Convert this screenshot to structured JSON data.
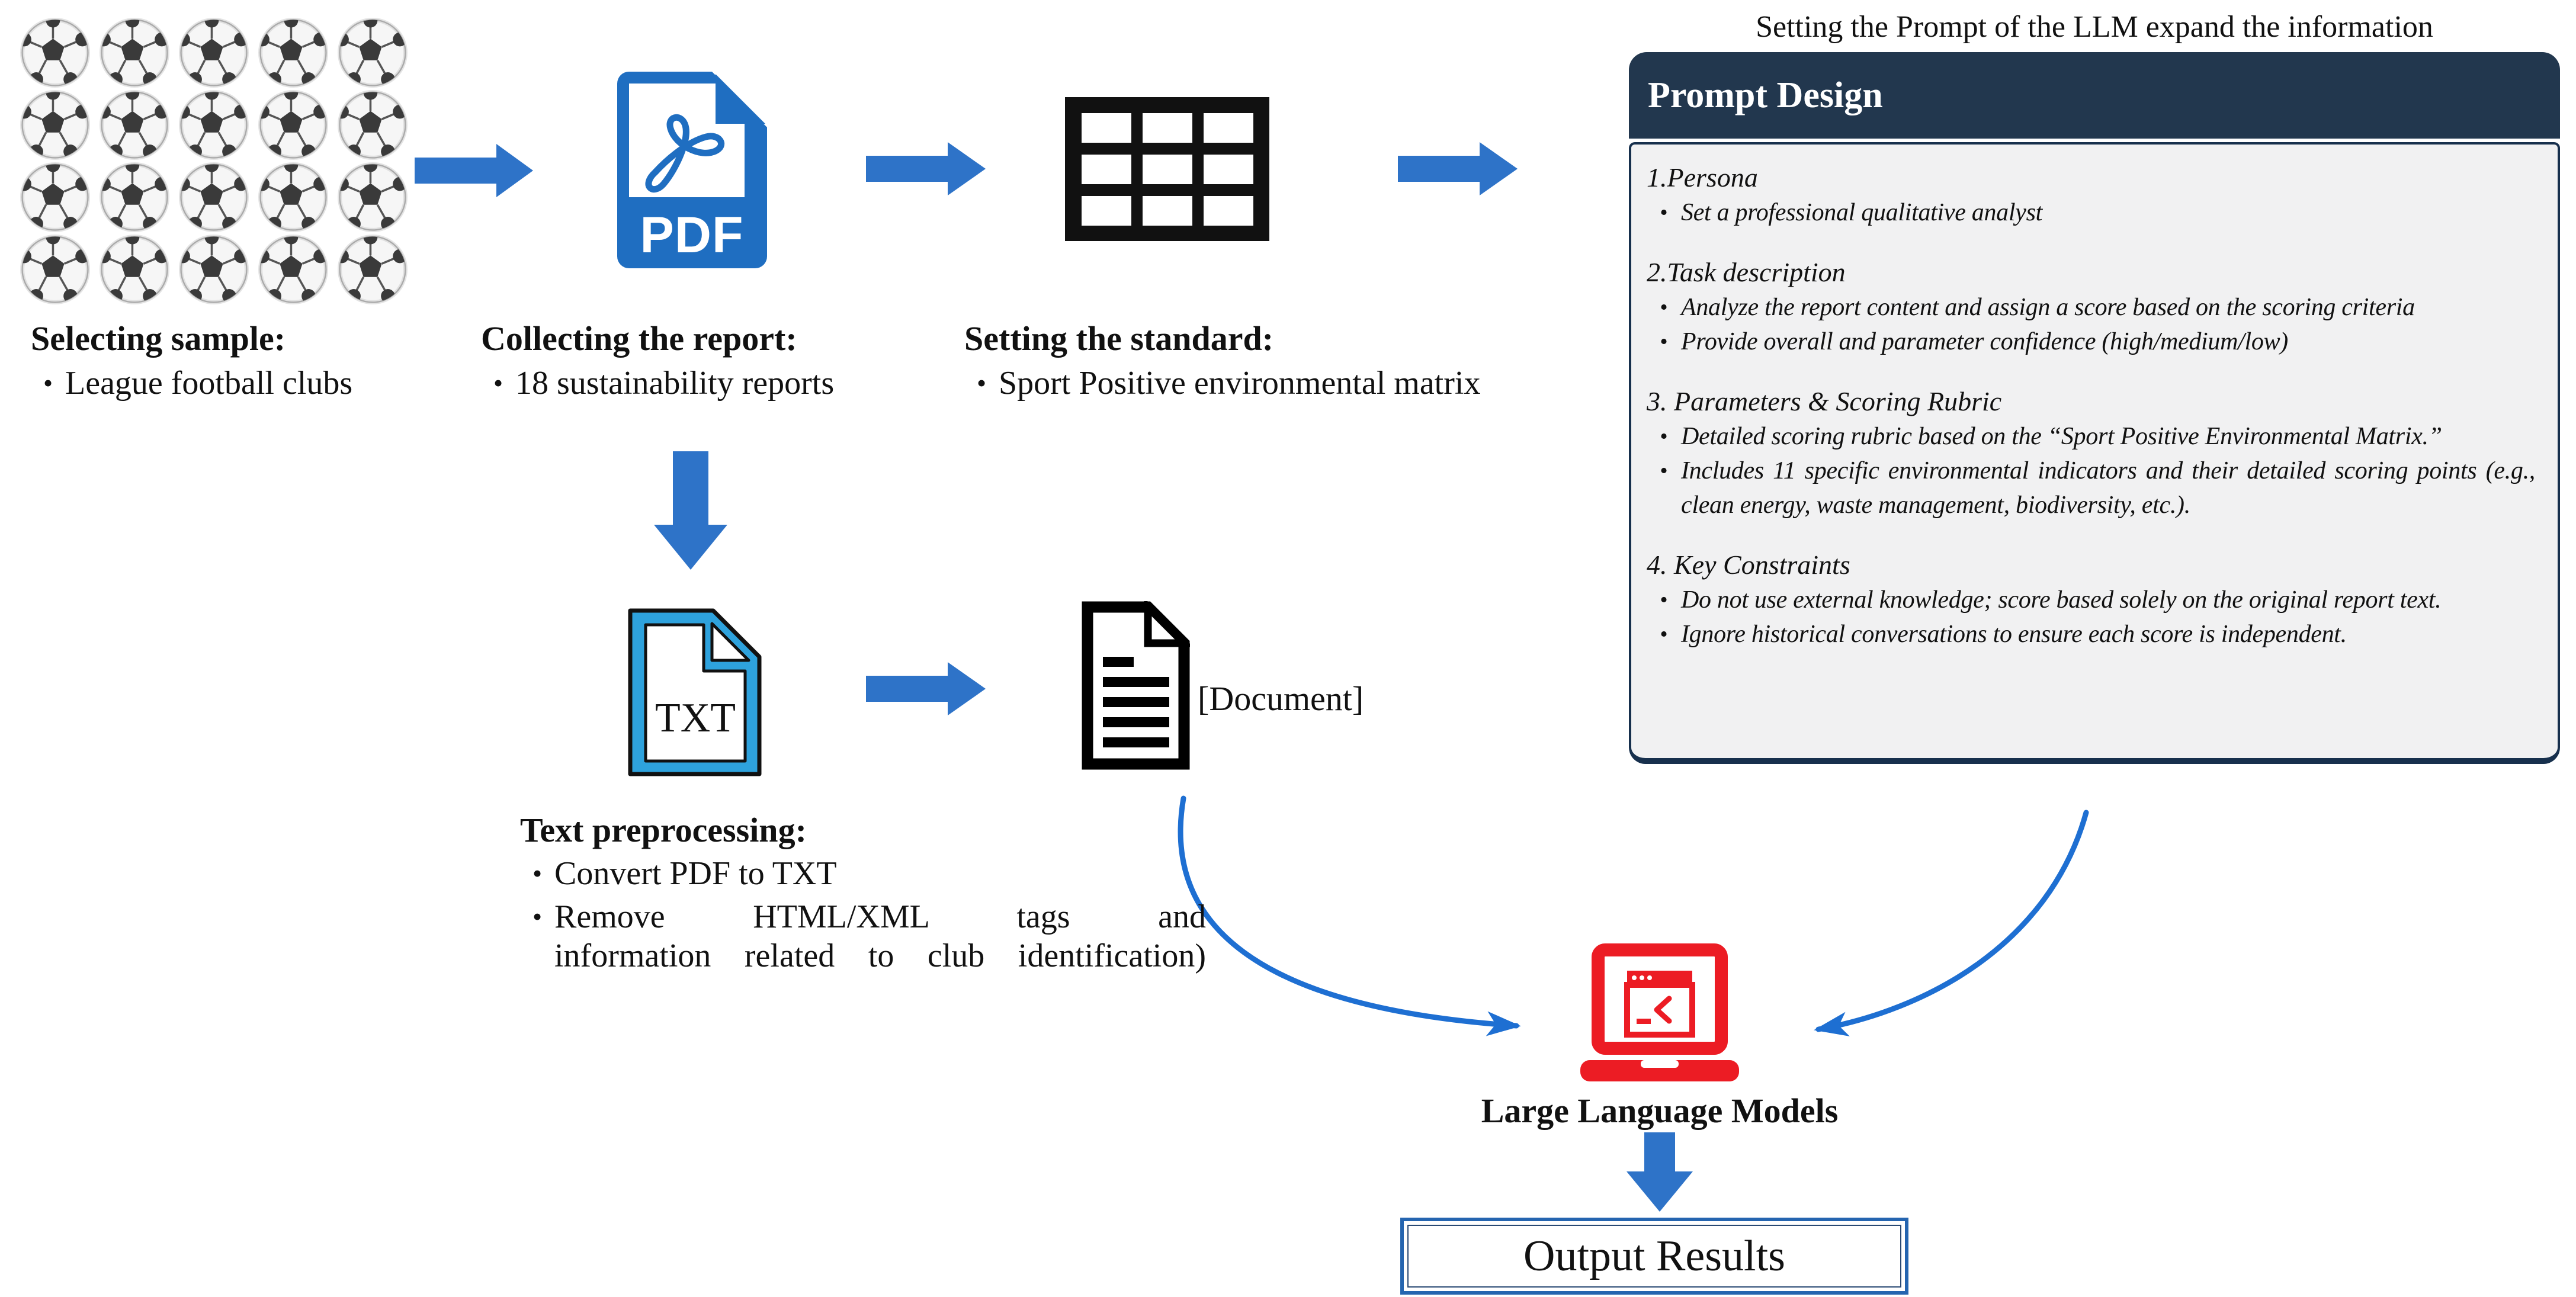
{
  "figure": {
    "title": "Setting the Prompt of the LLM expand the information"
  },
  "ui": {
    "bullet_char": "•"
  },
  "sample": {
    "ball_count": 20,
    "rows": 4,
    "columns": 5
  },
  "steps": {
    "selecting": {
      "heading": "Selecting sample:",
      "bullet": "League football clubs"
    },
    "collecting": {
      "heading": "Collecting the report:",
      "bullet": "18 sustainability reports"
    },
    "standard": {
      "heading": "Setting the standard:",
      "bullet": "Sport Positive environmental matrix"
    },
    "preprocessing": {
      "heading": "Text preprocessing:",
      "bullet1": "Convert PDF to TXT",
      "bullet2": "Remove HTML/XML tags and\ninformation related to club identification)"
    }
  },
  "icons": {
    "pdf_label": "PDF",
    "txt_label": "TXT",
    "football": "soccer-ball-icon",
    "table": "table-grid-icon",
    "document": "document-page-icon",
    "laptop": "laptop-terminal-icon"
  },
  "document_label": "[Document]",
  "llm": {
    "label": "Large Language Models"
  },
  "output": {
    "label": "Output Results"
  },
  "prompt_box": {
    "header": "Prompt Design",
    "sections": [
      {
        "heading": "1.Persona",
        "bullets": [
          "Set a professional qualitative analyst"
        ]
      },
      {
        "heading": "2.Task description",
        "bullets": [
          "Analyze the report content and assign a score based on the scoring criteria",
          "Provide overall and parameter confidence (high/medium/low)"
        ]
      },
      {
        "heading": "3. Parameters & Scoring Rubric",
        "bullets": [
          "Detailed scoring rubric based on the “Sport Positive Environmental Matrix.”",
          "Includes 11 specific environmental indicators and their detailed scoring points (e.g., clean energy, waste management, biodiversity, etc.)."
        ]
      },
      {
        "heading": "4. Key Constraints",
        "bullets": [
          "Do not use external knowledge; score based solely on the original report text.",
          "Ignore historical conversations to ensure each score is independent."
        ]
      }
    ]
  },
  "colors": {
    "arrow_blue": "#2e73c8",
    "curve_blue": "#1e6fd2",
    "pdf_blue": "#1f6ec1",
    "txt_blue": "#2ea2dd",
    "laptop_red": "#ec1c24",
    "navy_header": "#22374e",
    "navy_border": "#17304d",
    "panel_bg": "#f1f1f2",
    "output_border": "#2565b0",
    "text_black": "#111111"
  }
}
